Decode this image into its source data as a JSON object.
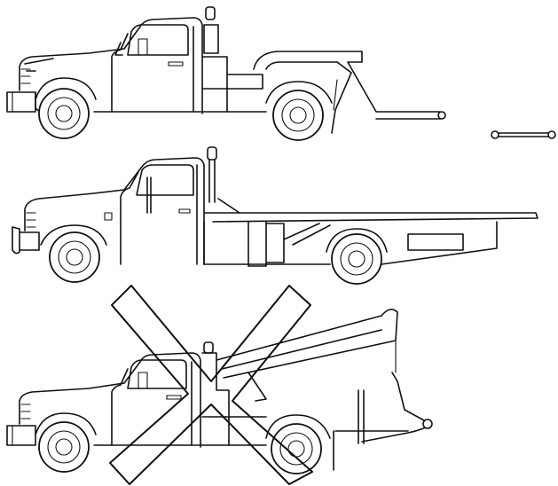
{
  "diagram": {
    "panels": [
      {
        "id": "wheel-lift",
        "status": "approved"
      },
      {
        "id": "flatbed",
        "status": "approved"
      },
      {
        "id": "sling-boom",
        "status": "prohibited"
      }
    ],
    "colors": {
      "line": "#111111",
      "background": "#ffffff"
    },
    "icons": [
      "tow-truck-wheel-lift",
      "tow-truck-flatbed",
      "tow-truck-sling",
      "prohibited-x-mark",
      "tow-bar"
    ]
  }
}
